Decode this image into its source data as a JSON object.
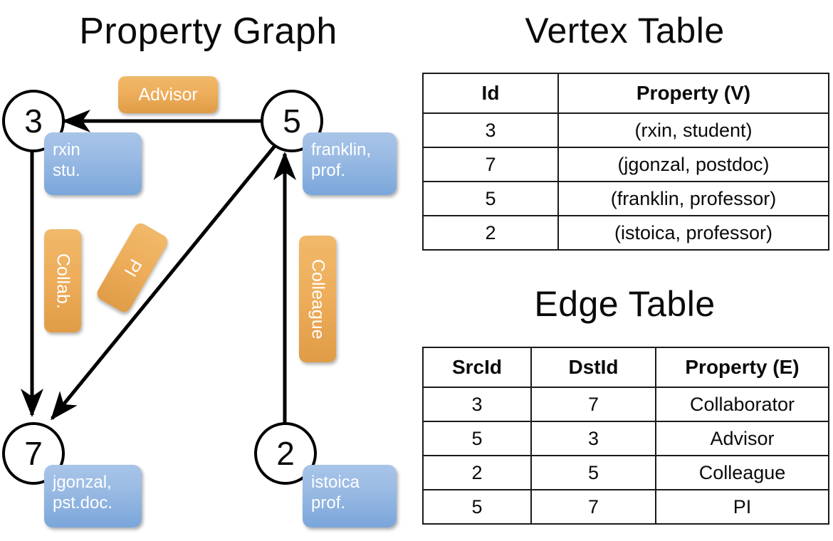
{
  "titles": {
    "property_graph": "Property Graph",
    "vertex_table": "Vertex Table",
    "edge_table": "Edge Table"
  },
  "graph": {
    "nodes": [
      {
        "id": "3",
        "label": "3",
        "property": "rxin\nstu."
      },
      {
        "id": "5",
        "label": "5",
        "property": "franklin,\nprof."
      },
      {
        "id": "7",
        "label": "7",
        "property": "jgonzal,\npst.doc."
      },
      {
        "id": "2",
        "label": "2",
        "property": "istoica\nprof."
      }
    ],
    "node_props": {
      "rxin_line1": "rxin",
      "rxin_line2": "stu.",
      "franklin_line1": "franklin,",
      "franklin_line2": "prof.",
      "jgonzal_line1": "jgonzal,",
      "jgonzal_line2": "pst.doc.",
      "istoica_line1": "istoica",
      "istoica_line2": "prof."
    },
    "edge_labels": {
      "advisor": "Advisor",
      "collab": "Collab.",
      "pi": "PI",
      "colleague": "Colleague"
    }
  },
  "vertex_table": {
    "headers": [
      "Id",
      "Property (V)"
    ],
    "rows": [
      {
        "id": "3",
        "property": "(rxin, student)"
      },
      {
        "id": "7",
        "property": "(jgonzal, postdoc)"
      },
      {
        "id": "5",
        "property": "(franklin, professor)"
      },
      {
        "id": "2",
        "property": "(istoica, professor)"
      }
    ]
  },
  "edge_table": {
    "headers": [
      "SrcId",
      "DstId",
      "Property (E)"
    ],
    "rows": [
      {
        "src": "3",
        "dst": "7",
        "property": "Collaborator"
      },
      {
        "src": "5",
        "dst": "3",
        "property": "Advisor"
      },
      {
        "src": "2",
        "dst": "5",
        "property": "Colleague"
      },
      {
        "src": "5",
        "dst": "7",
        "property": "PI"
      }
    ]
  },
  "colors": {
    "vertex_property_fill": "#c9d8ee",
    "edge_property_fill": "#f6ddc2",
    "node_box_blue": "#7aa6da",
    "edge_label_orange": "#eeae5b",
    "stroke": "#000000"
  }
}
